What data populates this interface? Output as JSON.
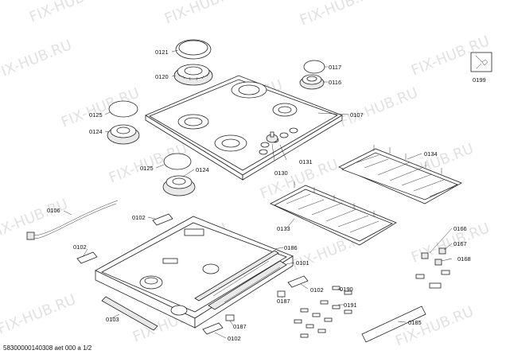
{
  "watermark": "FIX-HUB.RU",
  "footer": "58300000140308 aet 000 a 1/2",
  "labels": {
    "l0121": "0121",
    "l0120": "0120",
    "l0117": "0117",
    "l0116": "0116",
    "l0199": "0199",
    "l0125a": "0125",
    "l0124a": "0124",
    "l0107": "0107",
    "l0125b": "0125",
    "l0124b": "0124",
    "l0130": "0130",
    "l0131": "0131",
    "l0134": "0134",
    "l0106": "0106",
    "l0102a": "0102",
    "l0133": "0133",
    "l0166": "0166",
    "l0167": "0167",
    "l0168": "0168",
    "l0102b": "0102",
    "l0186": "0186",
    "l0101": "0101",
    "l0102c": "0102",
    "l0190": "0190",
    "l0187a": "0187",
    "l0191": "0191",
    "l0103": "0103",
    "l0185": "0185",
    "l0187b": "0187",
    "l0102d": "0102"
  }
}
